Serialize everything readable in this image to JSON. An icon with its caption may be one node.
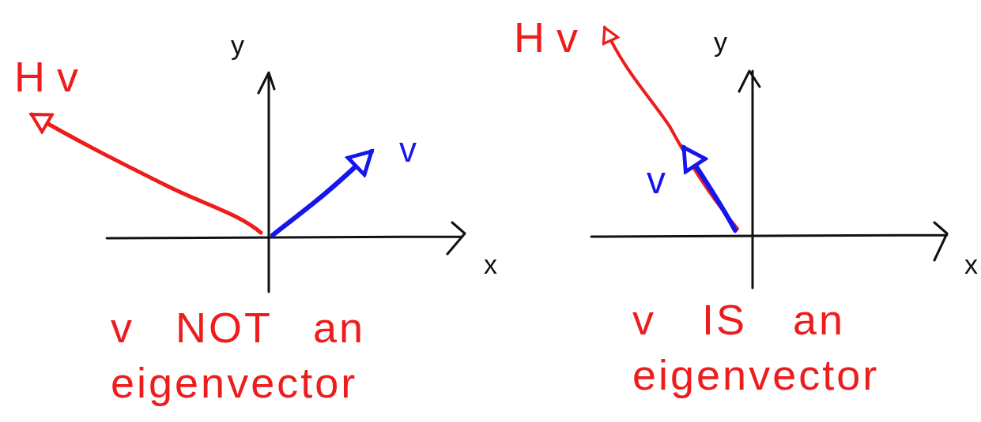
{
  "diagram": {
    "labels": [
      "H v",
      "y",
      "v",
      "x",
      "v NOT an eigenvector",
      "H v",
      "y",
      "v",
      "x",
      "v IS an eigenvector"
    ]
  }
}
